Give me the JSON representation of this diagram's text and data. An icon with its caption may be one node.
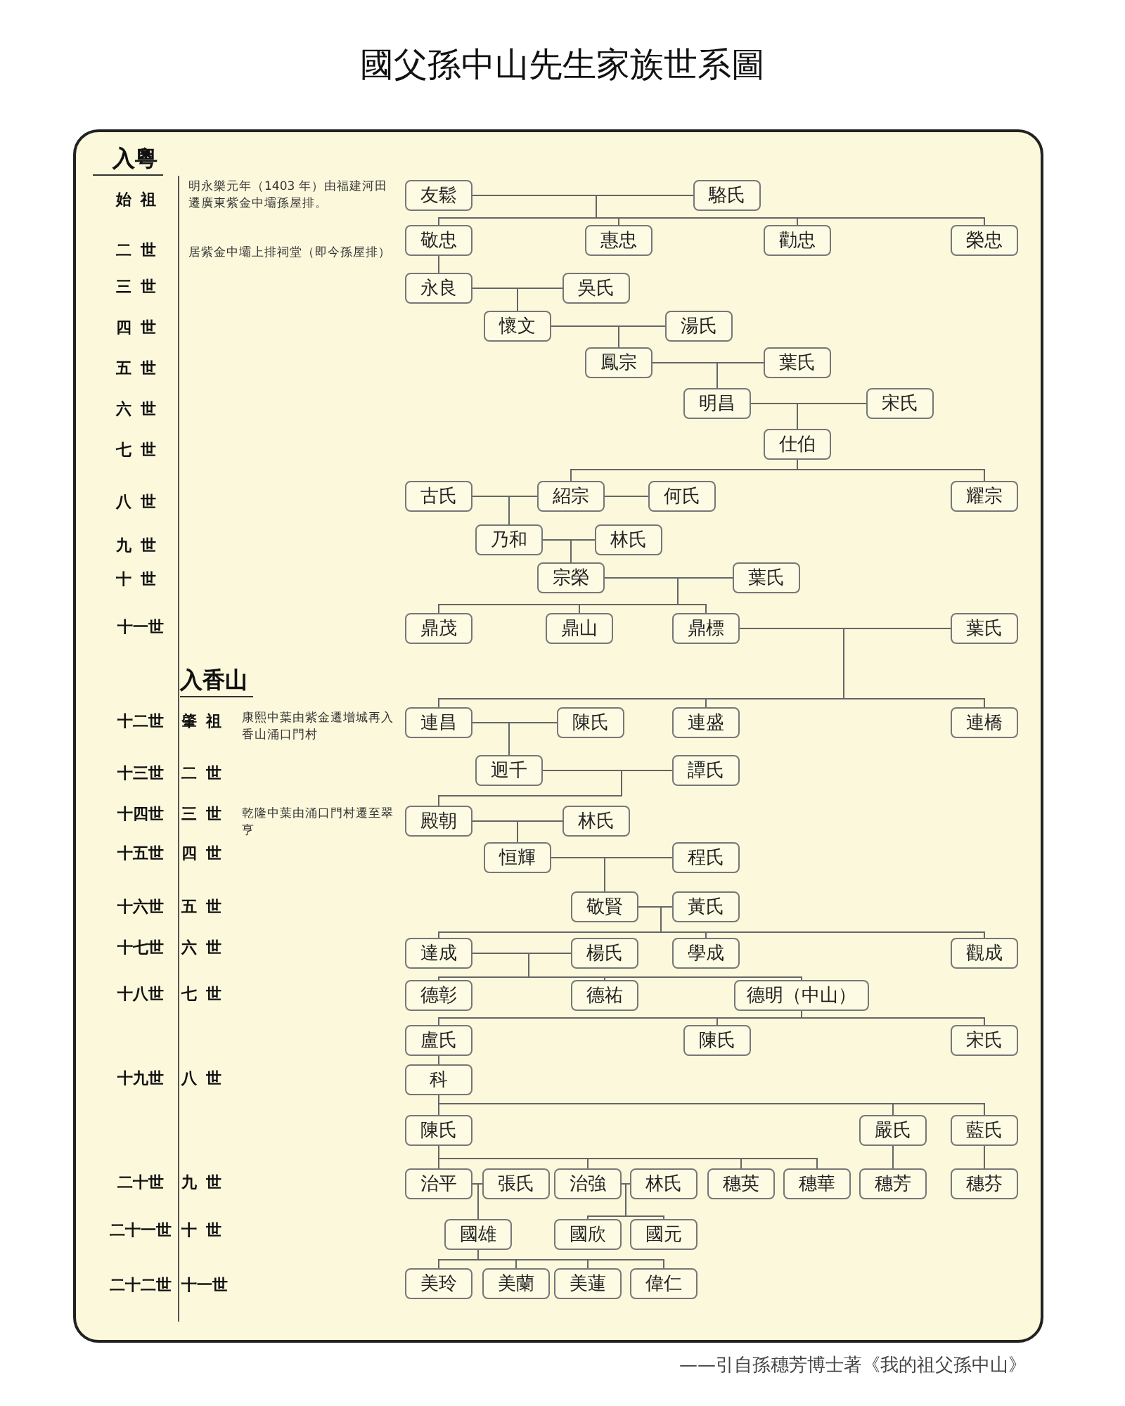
{
  "diagram": {
    "title": "國父孫中山先生家族世系圖",
    "caption": "——引自孫穗芳博士著《我的祖父孫中山》",
    "nodes": [
      {
        "text": [
          "友鬆"
        ]
      },
      {
        "text": [
          "駱氏"
        ]
      },
      {
        "text": [
          "敬忠"
        ]
      },
      {
        "text": [
          "惠忠"
        ]
      },
      {
        "text": [
          "勸忠"
        ]
      },
      {
        "text": [
          "榮忠"
        ]
      },
      {
        "text": [
          "永良"
        ]
      },
      {
        "text": [
          "吳氏"
        ]
      },
      {
        "text": [
          "懷文"
        ]
      },
      {
        "text": [
          "湯氏"
        ]
      },
      {
        "text": [
          "鳳宗"
        ]
      },
      {
        "text": [
          "葉氏"
        ]
      },
      {
        "text": [
          "明昌"
        ]
      },
      {
        "text": [
          "宋氏"
        ]
      },
      {
        "text": [
          "仕伯"
        ]
      },
      {
        "text": [
          "古氏"
        ]
      },
      {
        "text": [
          "紹宗"
        ]
      },
      {
        "text": [
          "何氏"
        ]
      },
      {
        "text": [
          "耀宗"
        ]
      },
      {
        "text": [
          "乃和"
        ]
      },
      {
        "text": [
          "林氏"
        ]
      },
      {
        "text": [
          "宗榮"
        ]
      },
      {
        "text": [
          "葉氏"
        ]
      },
      {
        "text": [
          "鼎茂"
        ]
      },
      {
        "text": [
          "鼎山"
        ]
      },
      {
        "text": [
          "鼎標"
        ]
      },
      {
        "text": [
          "葉氏"
        ]
      },
      {
        "text": [
          "連昌"
        ]
      },
      {
        "text": [
          "陳氏"
        ]
      },
      {
        "text": [
          "連盛"
        ]
      },
      {
        "text": [
          "連橋"
        ]
      },
      {
        "text": [
          "迥千"
        ]
      },
      {
        "text": [
          "譚氏"
        ]
      },
      {
        "text": [
          "殿朝"
        ]
      },
      {
        "text": [
          "林氏"
        ]
      },
      {
        "text": [
          "恒輝"
        ]
      },
      {
        "text": [
          "程氏"
        ]
      },
      {
        "text": [
          "敬賢"
        ]
      },
      {
        "text": [
          "黃氏"
        ]
      },
      {
        "text": [
          "達成"
        ]
      },
      {
        "text": [
          "楊氏"
        ]
      },
      {
        "text": [
          "學成"
        ]
      },
      {
        "text": [
          "觀成"
        ]
      },
      {
        "text": [
          "德彰"
        ]
      },
      {
        "text": [
          "德祐"
        ]
      },
      {
        "text": [
          "德明（中山）"
        ]
      },
      {
        "text": [
          "盧氏"
        ]
      },
      {
        "text": [
          "陳氏"
        ]
      },
      {
        "text": [
          "宋氏"
        ]
      },
      {
        "text": [
          "科"
        ]
      },
      {
        "text": [
          "陳氏"
        ]
      },
      {
        "text": [
          "嚴氏"
        ]
      },
      {
        "text": [
          "藍氏"
        ]
      },
      {
        "text": [
          "治平"
        ]
      },
      {
        "text": [
          "張氏"
        ]
      },
      {
        "text": [
          "治強"
        ]
      },
      {
        "text": [
          "林氏"
        ]
      },
      {
        "text": [
          "穗英"
        ]
      },
      {
        "text": [
          "穗華"
        ]
      },
      {
        "text": [
          "穗芳"
        ]
      },
      {
        "text": [
          "穗芬"
        ]
      },
      {
        "text": [
          "國雄"
        ]
      },
      {
        "text": [
          "國欣"
        ]
      },
      {
        "text": [
          "國元"
        ]
      },
      {
        "text": [
          "美玲"
        ]
      },
      {
        "text": [
          "美蘭"
        ]
      },
      {
        "text": [
          "美蓮"
        ]
      },
      {
        "text": [
          "偉仁"
        ]
      }
    ],
    "edges": [
      {
        "from": 0,
        "to": 1,
        "arrow": "none"
      },
      {
        "from": 0,
        "to": 2,
        "arrow": "none"
      },
      {
        "from": 0,
        "to": 3,
        "arrow": "none"
      },
      {
        "from": 0,
        "to": 4,
        "arrow": "none"
      },
      {
        "from": 0,
        "to": 5,
        "arrow": "none"
      },
      {
        "from": 2,
        "to": 6,
        "arrow": "none"
      },
      {
        "from": 6,
        "to": 7,
        "arrow": "none"
      },
      {
        "from": 6,
        "to": 8,
        "arrow": "none"
      },
      {
        "from": 8,
        "to": 9,
        "arrow": "none"
      },
      {
        "from": 8,
        "to": 10,
        "arrow": "none"
      },
      {
        "from": 10,
        "to": 11,
        "arrow": "none"
      },
      {
        "from": 10,
        "to": 12,
        "arrow": "none"
      },
      {
        "from": 12,
        "to": 13,
        "arrow": "none"
      },
      {
        "from": 12,
        "to": 14,
        "arrow": "none"
      },
      {
        "from": 14,
        "to": 16,
        "arrow": "none"
      },
      {
        "from": 14,
        "to": 18,
        "arrow": "none"
      },
      {
        "from": 16,
        "to": 15,
        "arrow": "none"
      },
      {
        "from": 16,
        "to": 17,
        "arrow": "none"
      },
      {
        "from": 16,
        "to": 19,
        "arrow": "none"
      },
      {
        "from": 19,
        "to": 20,
        "arrow": "none"
      },
      {
        "from": 19,
        "to": 21,
        "arrow": "none"
      },
      {
        "from": 21,
        "to": 22,
        "arrow": "none"
      },
      {
        "from": 21,
        "to": 23,
        "arrow": "none"
      },
      {
        "from": 21,
        "to": 24,
        "arrow": "none"
      },
      {
        "from": 21,
        "to": 25,
        "arrow": "none"
      },
      {
        "from": 25,
        "to": 26,
        "arrow": "none"
      },
      {
        "from": 25,
        "to": 27,
        "arrow": "none"
      },
      {
        "from": 25,
        "to": 29,
        "arrow": "none"
      },
      {
        "from": 25,
        "to": 30,
        "arrow": "none"
      },
      {
        "from": 27,
        "to": 28,
        "arrow": "none"
      },
      {
        "from": 27,
        "to": 31,
        "arrow": "none"
      },
      {
        "from": 31,
        "to": 32,
        "arrow": "none"
      },
      {
        "from": 31,
        "to": 33,
        "arrow": "none"
      },
      {
        "from": 33,
        "to": 34,
        "arrow": "none"
      },
      {
        "from": 33,
        "to": 35,
        "arrow": "none"
      },
      {
        "from": 35,
        "to": 36,
        "arrow": "none"
      },
      {
        "from": 35,
        "to": 37,
        "arrow": "none"
      },
      {
        "from": 37,
        "to": 38,
        "arrow": "none"
      },
      {
        "from": 37,
        "to": 39,
        "arrow": "none"
      },
      {
        "from": 37,
        "to": 41,
        "arrow": "none"
      },
      {
        "from": 37,
        "to": 42,
        "arrow": "none"
      },
      {
        "from": 39,
        "to": 40,
        "arrow": "none"
      },
      {
        "from": 39,
        "to": 43,
        "arrow": "none"
      },
      {
        "from": 39,
        "to": 44,
        "arrow": "none"
      },
      {
        "from": 39,
        "to": 45,
        "arrow": "none"
      },
      {
        "from": 45,
        "to": 46,
        "arrow": "none"
      },
      {
        "from": 45,
        "to": 47,
        "arrow": "none"
      },
      {
        "from": 45,
        "to": 48,
        "arrow": "none"
      },
      {
        "from": 46,
        "to": 49,
        "arrow": "none"
      },
      {
        "from": 49,
        "to": 50,
        "arrow": "none"
      },
      {
        "from": 49,
        "to": 51,
        "arrow": "none"
      },
      {
        "from": 49,
        "to": 52,
        "arrow": "none"
      },
      {
        "from": 50,
        "to": 53,
        "arrow": "none"
      },
      {
        "from": 50,
        "to": 55,
        "arrow": "none"
      },
      {
        "from": 50,
        "to": 57,
        "arrow": "none"
      },
      {
        "from": 50,
        "to": 58,
        "arrow": "none"
      },
      {
        "from": 51,
        "to": 59,
        "arrow": "none"
      },
      {
        "from": 52,
        "to": 60,
        "arrow": "none"
      },
      {
        "from": 53,
        "to": 54,
        "arrow": "none"
      },
      {
        "from": 53,
        "to": 61,
        "arrow": "none"
      },
      {
        "from": 55,
        "to": 56,
        "arrow": "none"
      },
      {
        "from": 55,
        "to": 62,
        "arrow": "none"
      },
      {
        "from": 55,
        "to": 63,
        "arrow": "none"
      },
      {
        "from": 61,
        "to": 64,
        "arrow": "none"
      },
      {
        "from": 61,
        "to": 65,
        "arrow": "none"
      },
      {
        "from": 61,
        "to": 66,
        "arrow": "none"
      },
      {
        "from": 61,
        "to": 67,
        "arrow": "none"
      }
    ],
    "labels": [
      "入粵",
      "始祖",
      "明永樂元年（1403 年）由福建河田遷廣東紫金中壩孫屋排。",
      "二世",
      "居紫金中壩上排祠堂（即今孫屋排）",
      "三世",
      "四世",
      "五世",
      "六世",
      "七世",
      "八世",
      "九世",
      "十世",
      "十一世",
      "入香山",
      "十二世",
      "肇祖",
      "康熙中葉由紫金遷增城再入香山涌口門村",
      "十三世",
      "二世",
      "十四世",
      "三世",
      "乾隆中葉由涌口門村遷至翠亨",
      "十五世",
      "四世",
      "十六世",
      "五世",
      "十七世",
      "六世",
      "十八世",
      "七世",
      "十九世",
      "八世",
      "二十世",
      "九世",
      "二十一世",
      "十世",
      "二十二世",
      "十一世"
    ]
  }
}
